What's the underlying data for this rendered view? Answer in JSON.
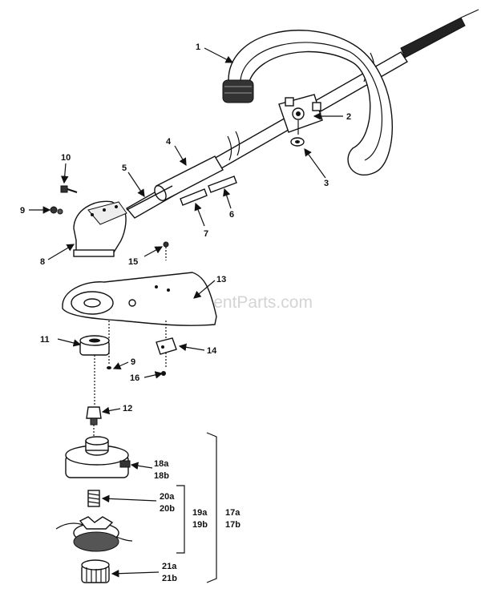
{
  "watermark": "eReplacementParts.com",
  "callouts": {
    "p1": "1",
    "p2": "2",
    "p3": "3",
    "p4": "4",
    "p5": "5",
    "p6": "6",
    "p7": "7",
    "p8": "8",
    "p9a": "9",
    "p9b": "9",
    "p10": "10",
    "p11": "11",
    "p12": "12",
    "p13": "13",
    "p14": "14",
    "p15": "15",
    "p16": "16",
    "p18a": "18a",
    "p18b": "18b",
    "p20a": "20a",
    "p20b": "20b",
    "p19a": "19a",
    "p19b": "19b",
    "p17a": "17a",
    "p17b": "17b",
    "p21a": "21a",
    "p21b": "21b"
  }
}
